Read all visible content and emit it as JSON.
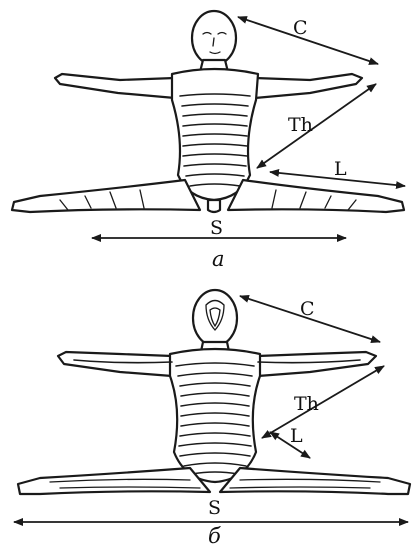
{
  "panels": [
    {
      "caption": "a",
      "labels": {
        "C": "C",
        "Th": "Th",
        "L": "L",
        "S": "S"
      }
    },
    {
      "caption": "б",
      "labels": {
        "C": "C",
        "Th": "Th",
        "L": "L",
        "S": "S"
      }
    }
  ]
}
